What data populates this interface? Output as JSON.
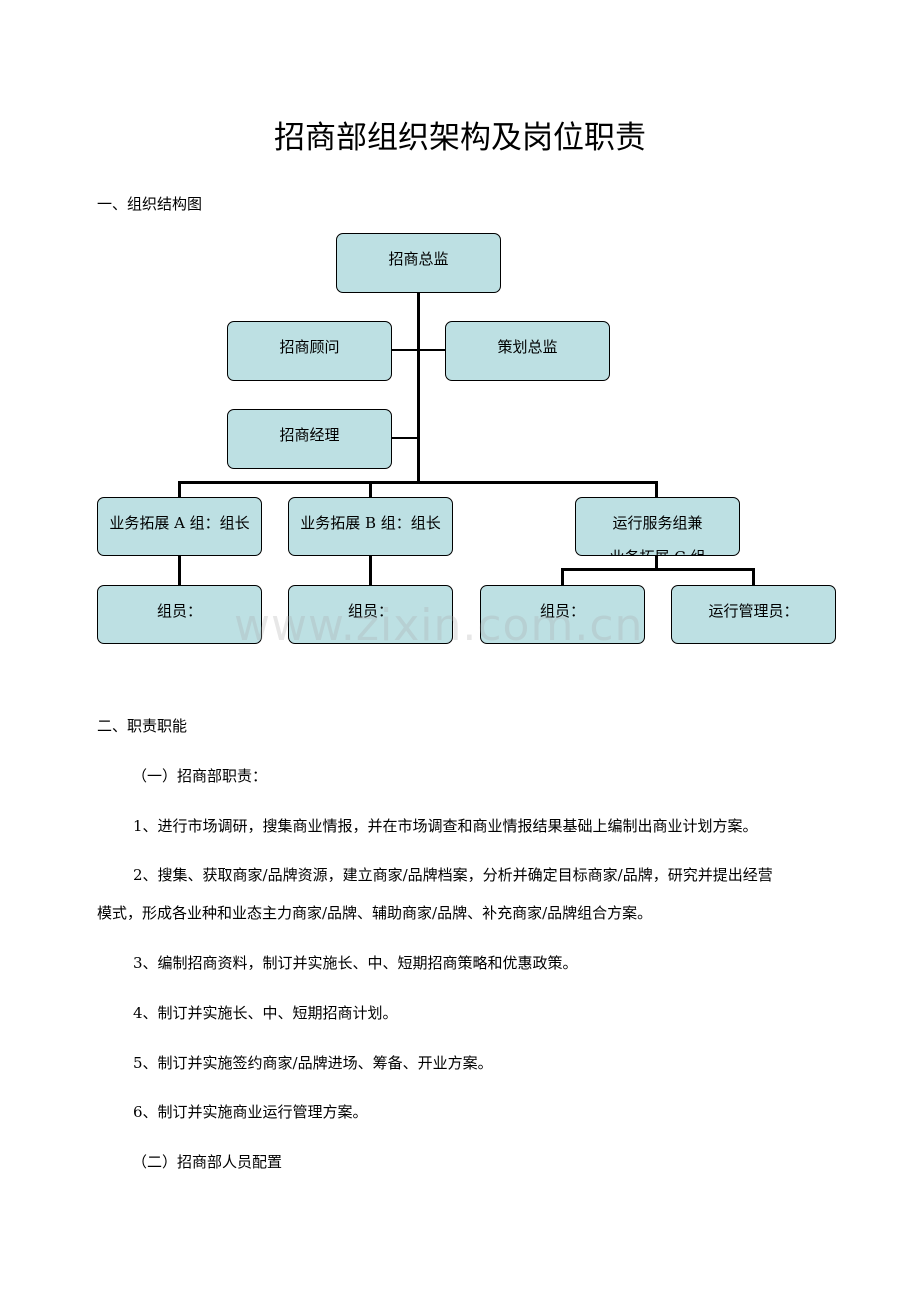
{
  "title": "招商部组织架构及岗位职责",
  "section1": {
    "heading": "一、组织结构图"
  },
  "org_chart": {
    "director": "招商总监",
    "consultant": "招商顾问",
    "planning_director": "策划总监",
    "manager": "招商经理",
    "team_a_lead": "业务拓展 A 组：组长",
    "team_b_lead": "业务拓展 B 组：组长",
    "ops_team_line1": "运行服务组兼",
    "ops_team_line2": "业务拓展 C 组",
    "team_a_member": "组员：",
    "team_b_member": "组员：",
    "ops_member": "组员：",
    "ops_admin": "运行管理员：",
    "box_color": "#bde0e3"
  },
  "section2": {
    "heading": "二、职责职能"
  },
  "subsection1": {
    "heading": "（一）招商部职责："
  },
  "duties": [
    "1、进行市场调研，搜集商业情报，并在市场调查和商业情报结果基础上编制出商业计划方案。",
    "2、搜集、获取商家/品牌资源，建立商家/品牌档案，分析并确定目标商家/品牌，研究并提出经营",
    "模式，形成各业种和业态主力商家/品牌、辅助商家/品牌、补充商家/品牌组合方案。",
    "3、编制招商资料，制订并实施长、中、短期招商策略和优惠政策。",
    "4、制订并实施长、中、短期招商计划。",
    "5、制订并实施签约商家/品牌进场、筹备、开业方案。",
    "6、制订并实施商业运行管理方案。"
  ],
  "subsection2": {
    "heading": "（二）招商部人员配置"
  },
  "watermark": "www.zixin.com.cn"
}
